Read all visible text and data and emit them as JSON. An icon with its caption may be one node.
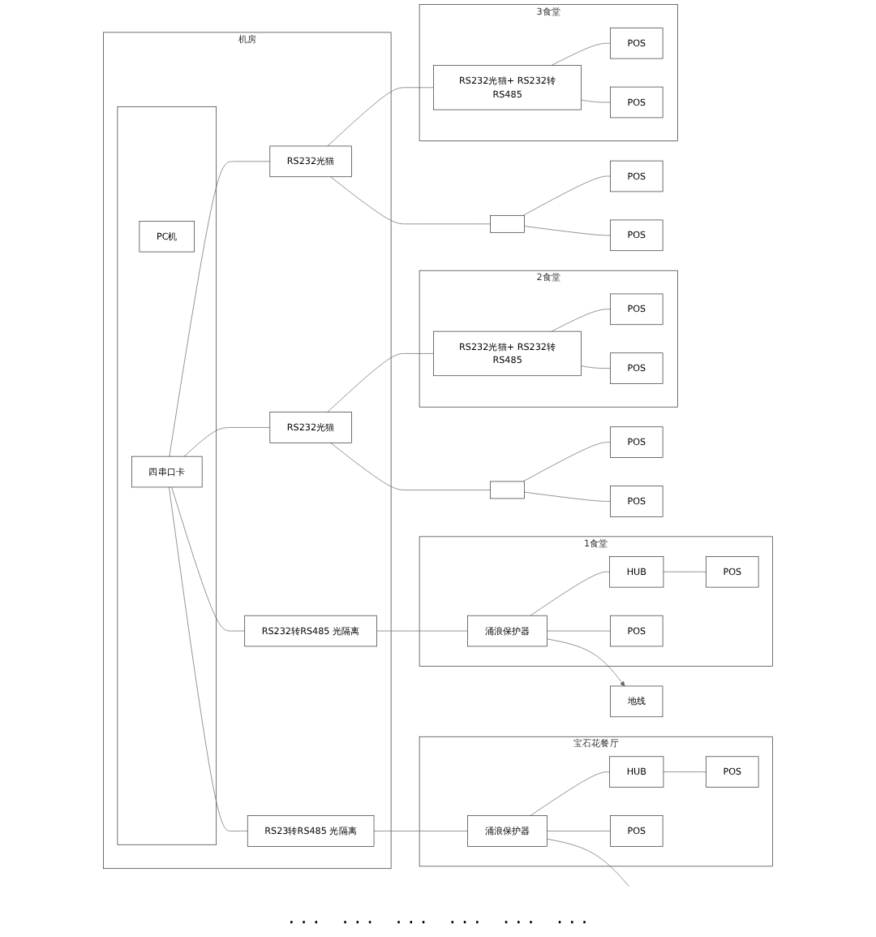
{
  "diagram": {
    "nodes": [
      {
        "text": [
          "机房"
        ]
      },
      {
        "text": [],
        "shape": "box",
        "in": 0
      },
      {
        "text": [
          "PC机"
        ],
        "in": 1
      },
      {
        "text": [
          "四串口卡"
        ],
        "in": 1
      },
      {
        "text": [
          "RS232光猫"
        ],
        "in": 0
      },
      {
        "text": [
          "RS232光猫"
        ],
        "in": 0
      },
      {
        "text": [
          "RS232转RS485 光隔离"
        ],
        "in": 0
      },
      {
        "text": [
          "RS23转RS485 光隔离"
        ],
        "in": 0
      },
      {
        "text": [
          "3食堂"
        ]
      },
      {
        "text": [
          "RS232光猫+ RS232转RS485"
        ],
        "in": 8
      },
      {
        "text": [
          "POS"
        ],
        "in": 8
      },
      {
        "text": [
          "POS"
        ],
        "in": 8
      },
      {
        "text": [],
        "shape": "box"
      },
      {
        "text": [
          "POS"
        ]
      },
      {
        "text": [
          "POS"
        ]
      },
      {
        "text": [
          "2食堂"
        ]
      },
      {
        "text": [
          "RS232光猫+ RS232转RS485"
        ],
        "in": 15
      },
      {
        "text": [
          "POS"
        ],
        "in": 15
      },
      {
        "text": [
          "POS"
        ],
        "in": 15
      },
      {
        "text": [],
        "shape": "box"
      },
      {
        "text": [
          "POS"
        ]
      },
      {
        "text": [
          "POS"
        ]
      },
      {
        "text": [
          "1食堂"
        ]
      },
      {
        "text": [
          "涌浪保护器"
        ],
        "in": 22
      },
      {
        "text": [
          "HUB"
        ],
        "in": 22
      },
      {
        "text": [
          "POS"
        ],
        "in": 22
      },
      {
        "text": [
          "POS"
        ],
        "in": 22
      },
      {
        "text": [
          "地线"
        ]
      },
      {
        "text": [
          "宝石花餐厅"
        ]
      },
      {
        "text": [
          "涌浪保护器"
        ],
        "in": 28
      },
      {
        "text": [
          "HUB"
        ],
        "in": 28
      },
      {
        "text": [
          "POS"
        ],
        "in": 28
      },
      {
        "text": [
          "POS"
        ],
        "in": 28
      }
    ],
    "edges": [
      {
        "from": 3,
        "to": 4,
        "arrow": "none"
      },
      {
        "from": 3,
        "to": 5,
        "arrow": "none"
      },
      {
        "from": 3,
        "to": 6,
        "arrow": "none"
      },
      {
        "from": 3,
        "to": 7,
        "arrow": "none"
      },
      {
        "from": 4,
        "to": 9,
        "arrow": "none"
      },
      {
        "from": 4,
        "to": 12,
        "arrow": "none"
      },
      {
        "from": 9,
        "to": 10,
        "arrow": "none"
      },
      {
        "from": 9,
        "to": 11,
        "arrow": "none"
      },
      {
        "from": 12,
        "to": 13,
        "arrow": "none"
      },
      {
        "from": 12,
        "to": 14,
        "arrow": "none"
      },
      {
        "from": 5,
        "to": 16,
        "arrow": "none"
      },
      {
        "from": 5,
        "to": 19,
        "arrow": "none"
      },
      {
        "from": 16,
        "to": 17,
        "arrow": "none"
      },
      {
        "from": 16,
        "to": 18,
        "arrow": "none"
      },
      {
        "from": 19,
        "to": 20,
        "arrow": "none"
      },
      {
        "from": 19,
        "to": 21,
        "arrow": "none"
      },
      {
        "from": 6,
        "to": 23,
        "arrow": "none"
      },
      {
        "from": 23,
        "to": 24,
        "arrow": "none"
      },
      {
        "from": 23,
        "to": 25,
        "arrow": "none"
      },
      {
        "from": 24,
        "to": 26,
        "arrow": "none"
      },
      {
        "from": 23,
        "to": 27,
        "arrow": "to"
      },
      {
        "from": 7,
        "to": 29,
        "arrow": "none"
      },
      {
        "from": 29,
        "to": 30,
        "arrow": "none"
      },
      {
        "from": 29,
        "to": 31,
        "arrow": "none"
      },
      {
        "from": 30,
        "to": 32,
        "arrow": "none"
      },
      {
        "from": 29,
        "to": null,
        "arrow": "none"
      }
    ],
    "labels": [
      "· · ·",
      "· · ·",
      "· · ·",
      "· · ·",
      "· · ·",
      "· · ·"
    ]
  }
}
